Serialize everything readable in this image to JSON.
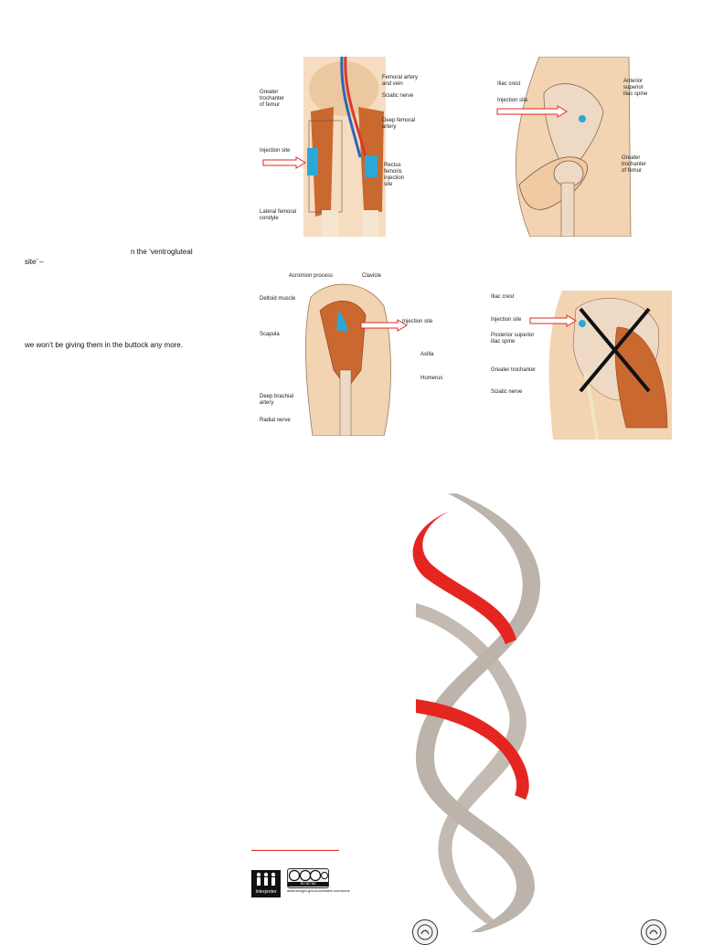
{
  "left_text": {
    "line1": "n the ‘ventrogluteal",
    "line2": "site’ –",
    "line3": "we won’t be giving them in the buttock any more."
  },
  "fig_thigh": {
    "labels": {
      "femoral": "Femoral artery\nand vein",
      "sciatic": "Sciatic nerve",
      "greater": "Greater\ntrochanter\nof femur",
      "deep_femoral": "Deep femoral\nartery",
      "injection": "Injection site",
      "rectus": "Rectus\nfemoris\ninjection\nsite",
      "lateral": "Lateral femoral\ncondyle"
    }
  },
  "fig_hip": {
    "labels": {
      "iliac": "Iliac crest",
      "injection": "Injection site",
      "anterior": "Anterior\nsuperior\niliac spine",
      "greater": "Greater\ntrochanter\nof femur"
    }
  },
  "fig_deltoid": {
    "labels": {
      "acromion": "Acromion process",
      "clavicle": "Clavicle",
      "deltoid": "Deltoid muscle",
      "injection": "Injection site",
      "scapula": "Scapula",
      "axilla": "Axilla",
      "humerus": "Humerus",
      "deep_brachial": "Deep brachial\nartery",
      "radial": "Radial nerve"
    }
  },
  "fig_buttock": {
    "labels": {
      "iliac": "Iliac crest",
      "injection": "Injection site",
      "posterior": "Posterior superior\niliac spine",
      "greater": "Greater trochanter",
      "sciatic": "Sciatic nerve"
    }
  },
  "footer": {
    "logo_text": "Interpreter",
    "cc_terms": "BY   NC   ND",
    "cc_url": "www.scegov.gov.au/creative-commons"
  },
  "colors": {
    "red": "#e52620",
    "grey": "#bcb3aa",
    "skin": "#f2d3b2",
    "muscle": "#c9682f",
    "blue": "#2aa8d8"
  }
}
